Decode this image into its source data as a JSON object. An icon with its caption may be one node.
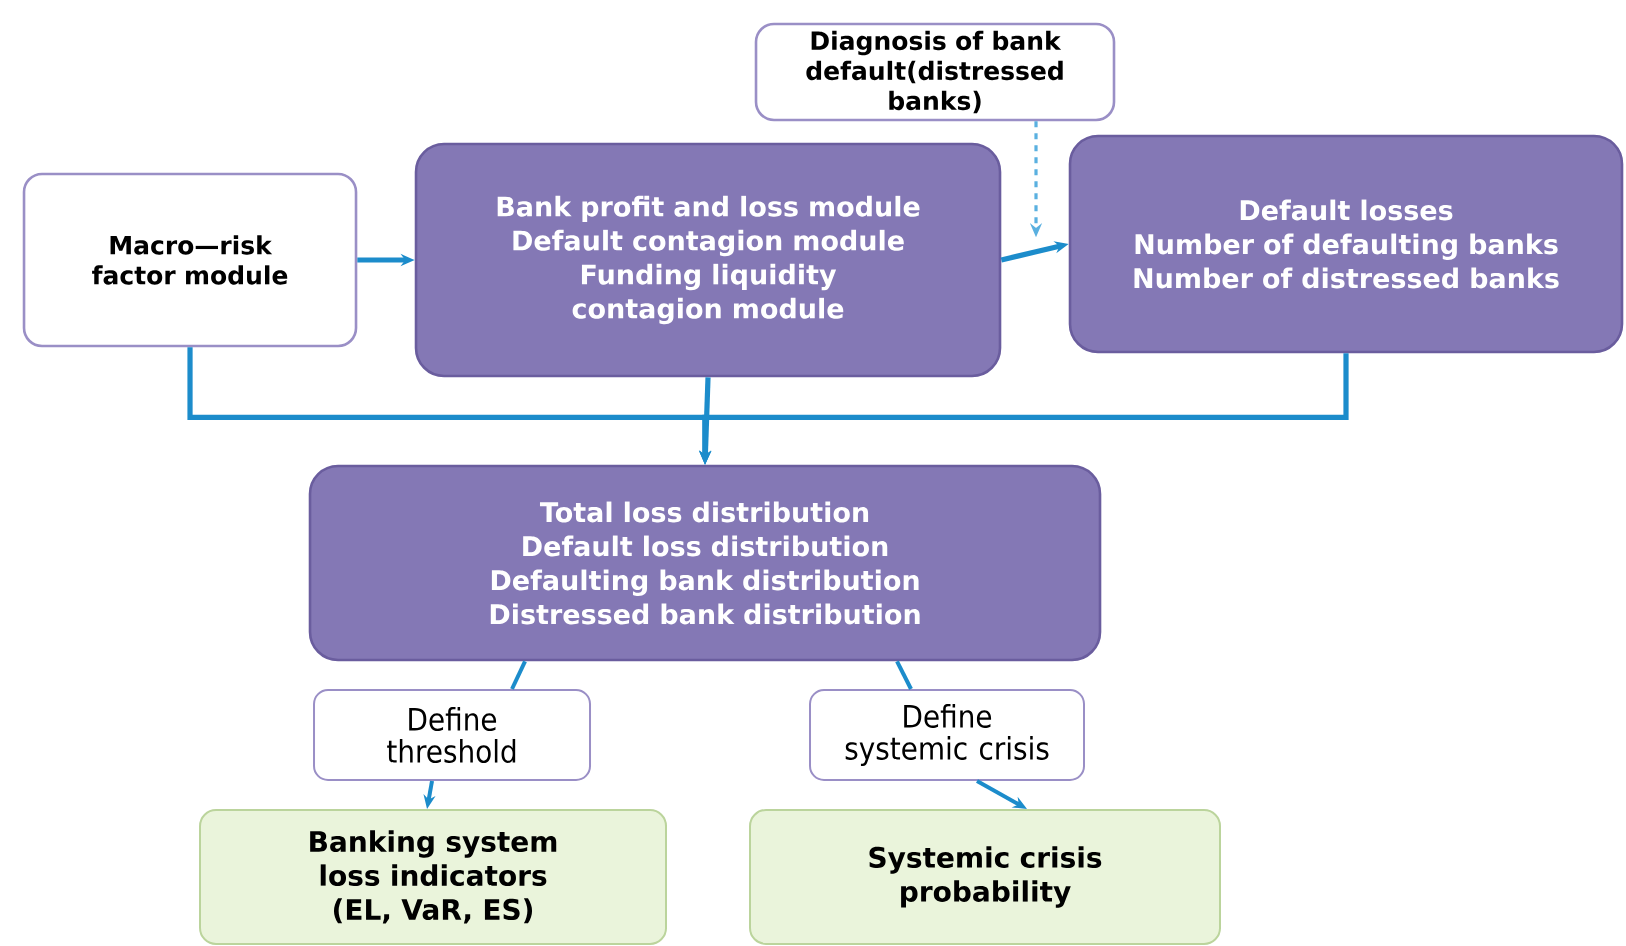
{
  "diagram": {
    "nodes": [
      {
        "text": [
          "Diagnosis of bank default(distressed banks)"
        ]
      },
      {
        "text": [
          "Macro—risk factor module"
        ]
      },
      {
        "text": [
          "Bank profit and loss module",
          "Default contagion module",
          "Funding liquidity contagion module"
        ]
      },
      {
        "text": [
          "Default losses",
          "Number of defaulting banks",
          "Number of distressed banks"
        ]
      },
      {
        "text": [
          "Total loss distribution",
          "Default loss distribution",
          "Defaulting bank distribution",
          "Distressed bank distribution"
        ]
      },
      {
        "text": [
          "Define threshold"
        ]
      },
      {
        "text": [
          "Define systemic crisis"
        ]
      },
      {
        "text": [
          "Banking system loss indicators (EL, VaR, ES)"
        ]
      },
      {
        "text": [
          "Systemic crisis probability"
        ]
      }
    ],
    "edges": [
      {
        "from": 1,
        "to": 2,
        "arrow": "to"
      },
      {
        "from": 2,
        "to": 3,
        "arrow": "to"
      },
      {
        "from": 0,
        "to": null,
        "arrow": "to",
        "style": "dashed",
        "color": "#5ab0e0"
      },
      {
        "from": 1,
        "to": 4,
        "arrow": "to"
      },
      {
        "from": 2,
        "to": 4,
        "arrow": "to"
      },
      {
        "from": 3,
        "to": 4,
        "arrow": "to"
      },
      {
        "from": 4,
        "to": 5,
        "arrow": "none"
      },
      {
        "from": 5,
        "to": 7,
        "arrow": "to"
      },
      {
        "from": 4,
        "to": 6,
        "arrow": "none"
      },
      {
        "from": 6,
        "to": 8,
        "arrow": "to"
      }
    ]
  }
}
